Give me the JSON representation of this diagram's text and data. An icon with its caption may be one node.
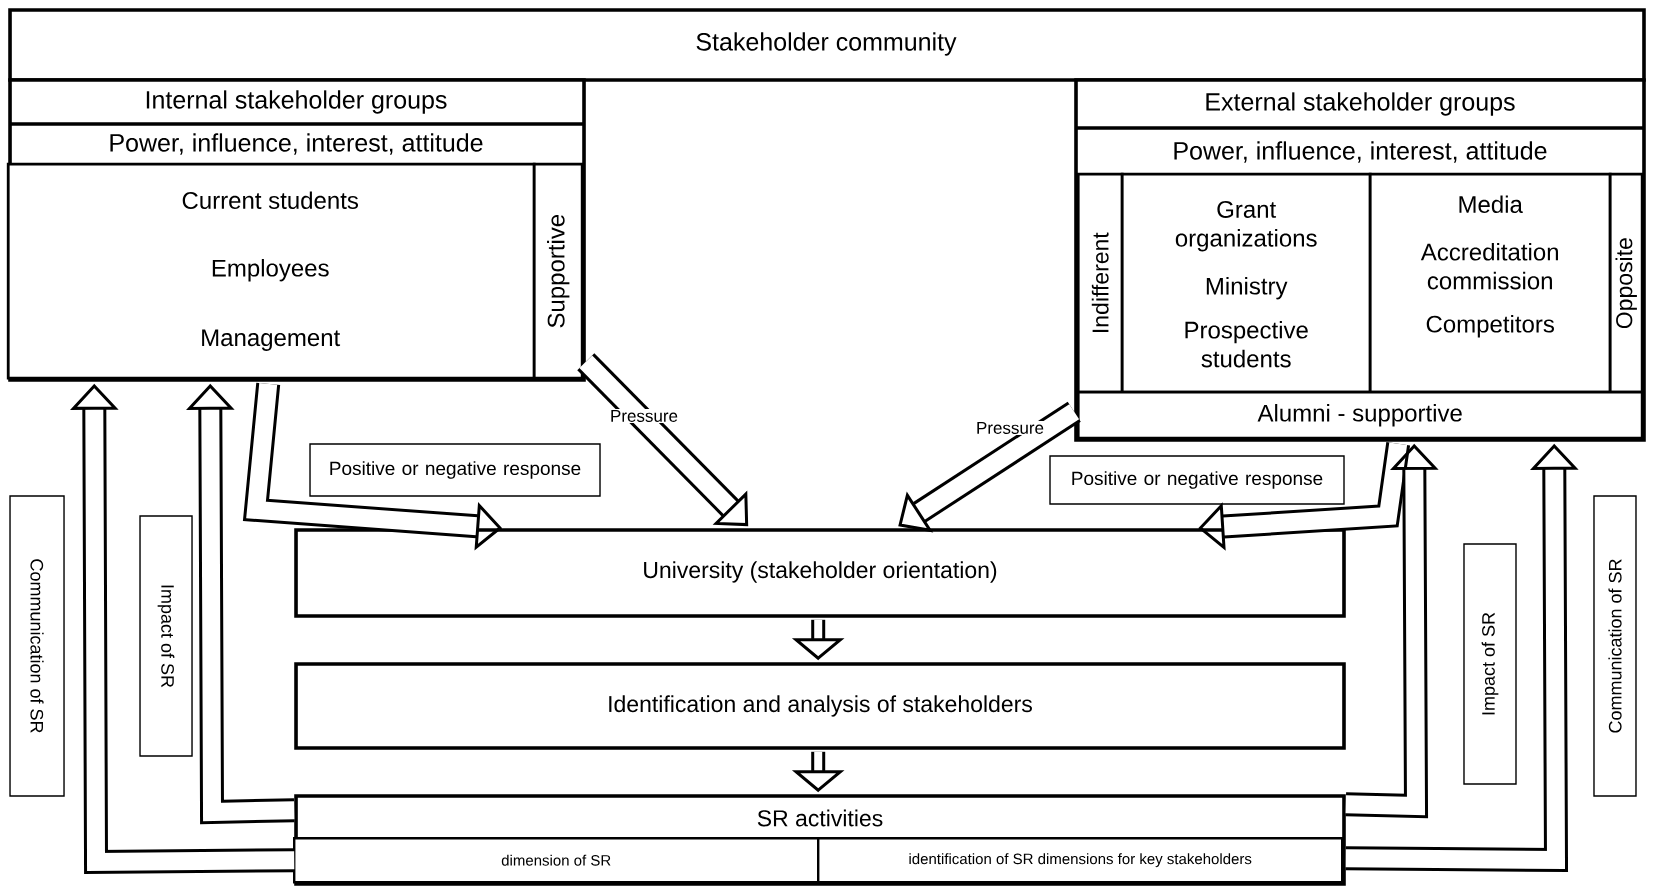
{
  "diagram": {
    "nodes": [
      {
        "text": [
          "Stakeholder community"
        ]
      },
      {
        "text": [
          "Internal stakeholder groups",
          "Power, influence, interest, attitude"
        ]
      },
      {
        "text": [
          "Current students",
          "Employees",
          "Management"
        ],
        "in": 1
      },
      {
        "text": [
          "Supportive"
        ],
        "in": 1
      },
      {
        "text": [
          "External stakeholder groups",
          "Power, influence, interest, attitude"
        ]
      },
      {
        "text": [
          "Indifferent"
        ],
        "in": 4
      },
      {
        "text": [
          "Grant organizations",
          "Ministry",
          "Prospective students"
        ],
        "in": 4
      },
      {
        "text": [
          "Media",
          "Accreditation commission",
          "Competitors"
        ],
        "in": 4
      },
      {
        "text": [
          "Opposite"
        ],
        "in": 4
      },
      {
        "text": [
          "Alumni - supportive"
        ],
        "in": 4
      },
      {
        "text": [
          "University (stakeholder orientation)"
        ]
      },
      {
        "text": [
          "Identification and analysis of stakeholders"
        ]
      },
      {
        "text": [
          "SR activities"
        ]
      },
      {
        "text": [
          "dimension of SR"
        ],
        "in": 12
      },
      {
        "text": [
          "identification of SR dimensions for key stakeholders"
        ],
        "in": 12
      },
      {
        "text": [
          "Positive or negative response"
        ]
      },
      {
        "text": [
          "Positive or negative response"
        ]
      },
      {
        "text": [
          "Communication of SR"
        ]
      },
      {
        "text": [
          "Impact of SR"
        ]
      },
      {
        "text": [
          "Impact of SR"
        ]
      },
      {
        "text": [
          "Communication of SR"
        ]
      }
    ],
    "edges": [
      {
        "from": 1,
        "to": 10,
        "arrow": "to",
        "label": "Pressure"
      },
      {
        "from": 4,
        "to": 10,
        "arrow": "to",
        "label": "Pressure"
      },
      {
        "from": 1,
        "to": 10,
        "arrow": "to"
      },
      {
        "from": 4,
        "to": 10,
        "arrow": "to"
      },
      {
        "from": 10,
        "to": 11,
        "arrow": "to"
      },
      {
        "from": 11,
        "to": 12,
        "arrow": "to"
      },
      {
        "from": 12,
        "to": 1,
        "arrow": "to"
      },
      {
        "from": 12,
        "to": 1,
        "arrow": "to"
      },
      {
        "from": 12,
        "to": 4,
        "arrow": "to"
      },
      {
        "from": 12,
        "to": 4,
        "arrow": "to"
      }
    ]
  }
}
